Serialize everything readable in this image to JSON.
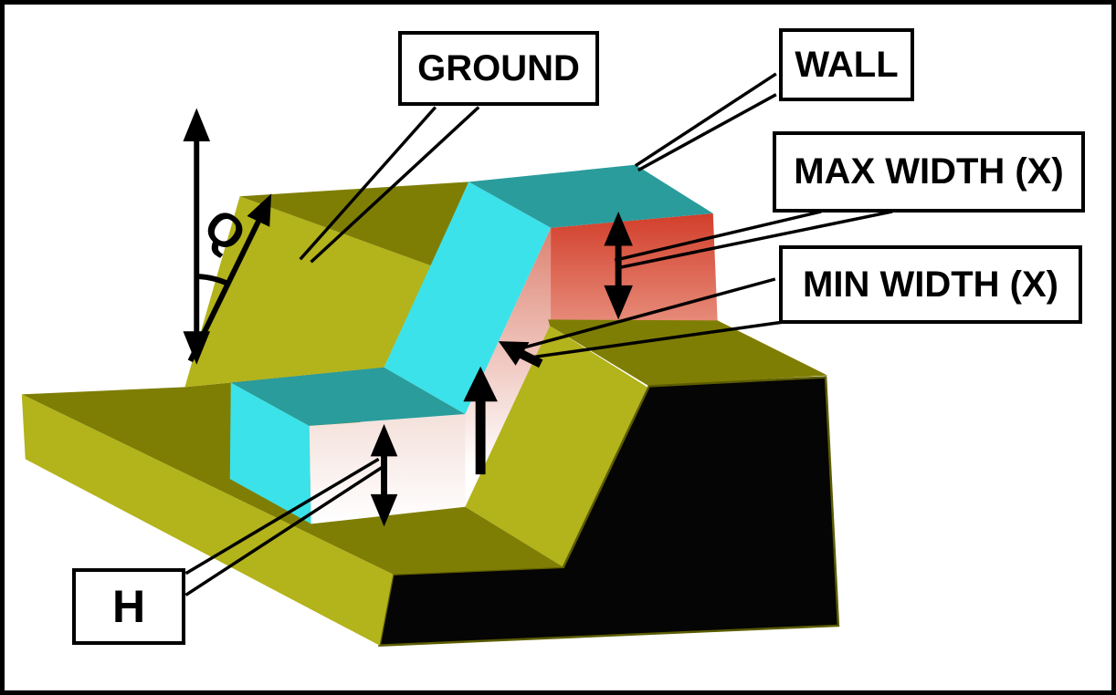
{
  "scene": {
    "kind": "engineering-diagram",
    "subject": "Retaining wall built across a sloped ground, with labeled dimensions"
  },
  "labels": {
    "ground": "GROUND",
    "wall": "WALL",
    "max_width": "MAX WIDTH (X)",
    "min_width": "MIN WIDTH (X)",
    "height": "H",
    "slope_angle": "Q"
  },
  "colors": {
    "background": "#ffffff",
    "border": "#000000",
    "line": "#000000",
    "olive_bright": "#b3b31b",
    "olive_dark": "#7f7e04",
    "olive_edge": "#5c5c00",
    "cyan": "#3be2e9",
    "teal": "#2a9c9c",
    "red_top": "#d13c28",
    "red_bottom": "#e8917f",
    "rose_top": "#dd8170",
    "rose_bottom": "#ffffff",
    "box_face_top": "#f4e0da",
    "box_face_bottom": "#ffffff",
    "shadow_face": "#050505"
  }
}
